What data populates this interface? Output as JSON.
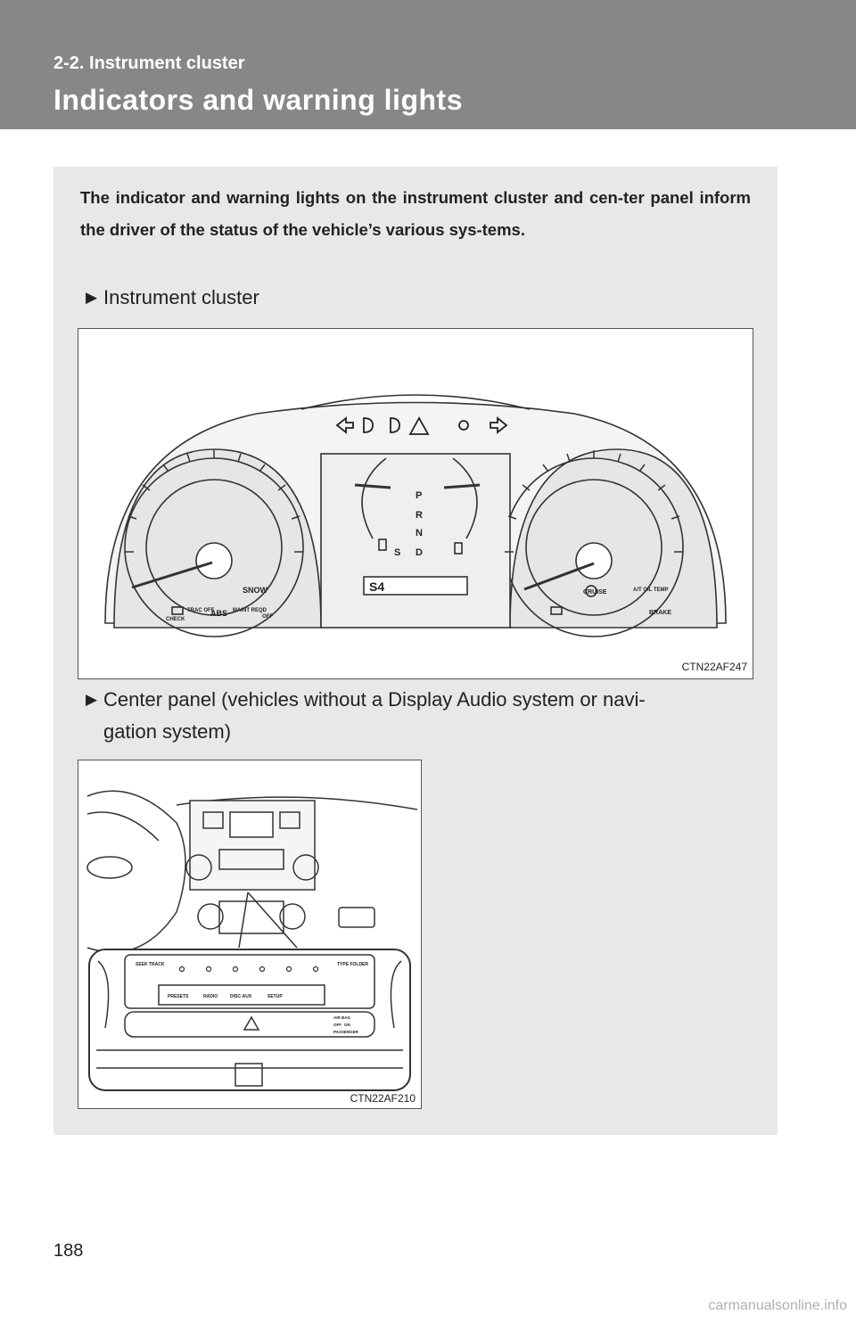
{
  "header": {
    "section": "2-2. Instrument cluster",
    "title": "Indicators and warning lights"
  },
  "intro": "The indicator and warning lights on the instrument cluster and cen-ter panel inform the driver of the status of the vehicle’s various sys-tems.",
  "bullet1": "Instrument cluster",
  "bullet2_line1": "Center panel (vehicles without a Display Audio system or navi-",
  "bullet2_line2": "gation system)",
  "figure1": {
    "code": "CTN22AF247",
    "gear_letters": [
      "P",
      "R",
      "N",
      "D"
    ],
    "gear_s": "S",
    "odo_text": "S4",
    "left_labels": [
      "SNOW",
      "CHECK",
      "TRAC OFF",
      "ABS",
      "MAINT REQD",
      "OFF"
    ],
    "right_labels": [
      "CRUISE",
      "A/T OIL TEMP",
      "BRAKE"
    ]
  },
  "figure2": {
    "code": "CTN22AF210",
    "panel_labels": [
      "SEEK TRACK",
      "TYPE FOLDER",
      "PRESETS",
      "RADIO",
      "DISC-AUX",
      "SETUP",
      "AIR BAG",
      "OFF",
      "ON",
      "PASSENGER"
    ]
  },
  "footer": {
    "page_number": "188",
    "watermark": "carmanualsonline.info"
  }
}
